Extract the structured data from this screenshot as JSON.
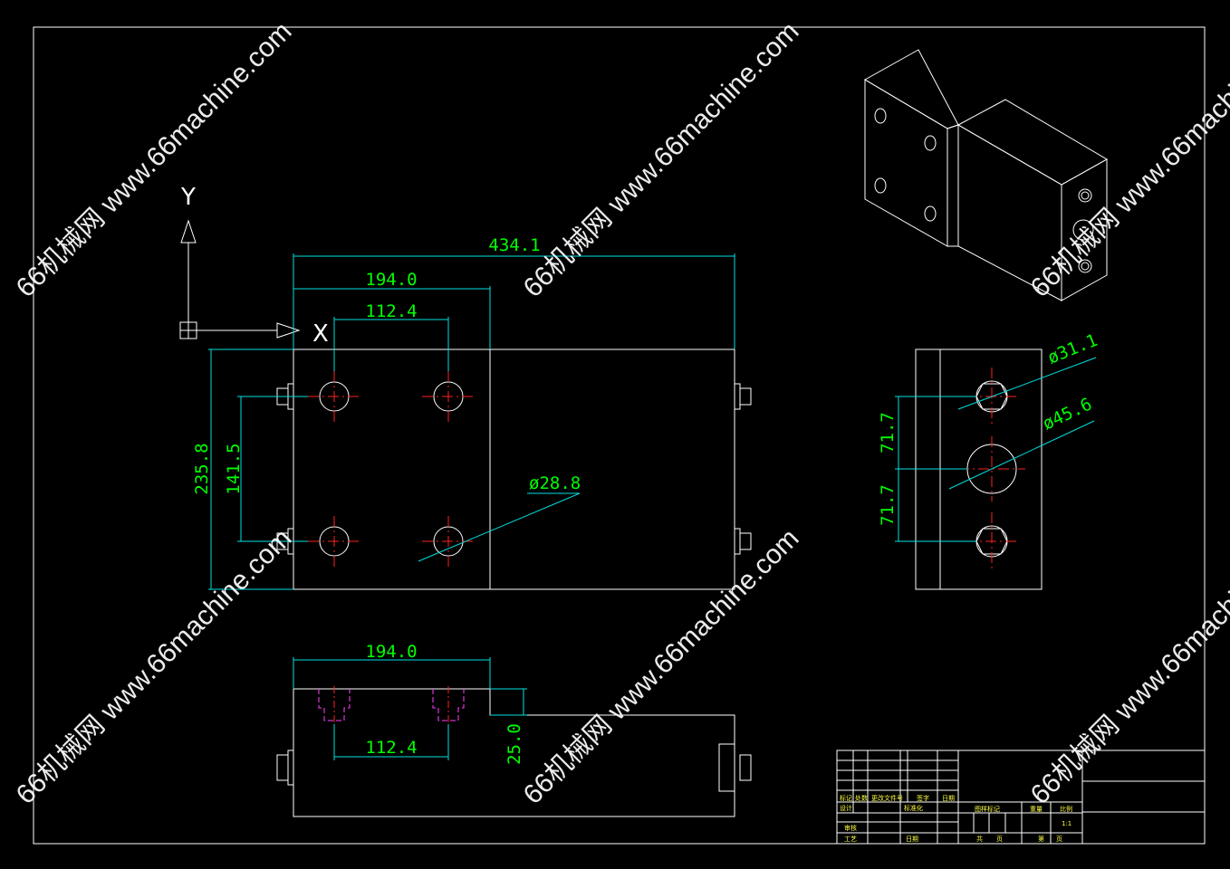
{
  "colors": {
    "background": "#000000",
    "outline": "#ffffff",
    "dimension": "#00e0e0",
    "dimension_text": "#00ff00",
    "centerline": "#ff2020",
    "hidden": "#ff40ff",
    "title_block_text": "#ffff40"
  },
  "axes": {
    "x_label": "X",
    "y_label": "Y"
  },
  "front_view": {
    "dim_overall_width": "434.1",
    "dim_step_width": "194.0",
    "dim_hole_spacing_x": "112.4",
    "dim_height": "235.8",
    "dim_hole_spacing_y": "141.5",
    "dim_hole_diameter": "ø28.8"
  },
  "side_view": {
    "dim_small_hole": "ø31.1",
    "dim_large_hole": "ø45.6",
    "dim_spacing_upper": "71.7",
    "dim_spacing_lower": "71.7"
  },
  "top_view": {
    "dim_step_width": "194.0",
    "dim_hole_spacing": "112.4",
    "dim_step_depth": "25.0"
  },
  "watermark": "66机械网 www.66machine.com",
  "title_block": {
    "cells": [
      "标记",
      "处数",
      "更改文件号",
      "签字",
      "日期",
      "设计",
      "标准化",
      "审核",
      "工艺",
      "日期",
      "图样标记",
      "重量",
      "比例",
      "1:1",
      "共",
      "页",
      "第",
      "页"
    ]
  }
}
